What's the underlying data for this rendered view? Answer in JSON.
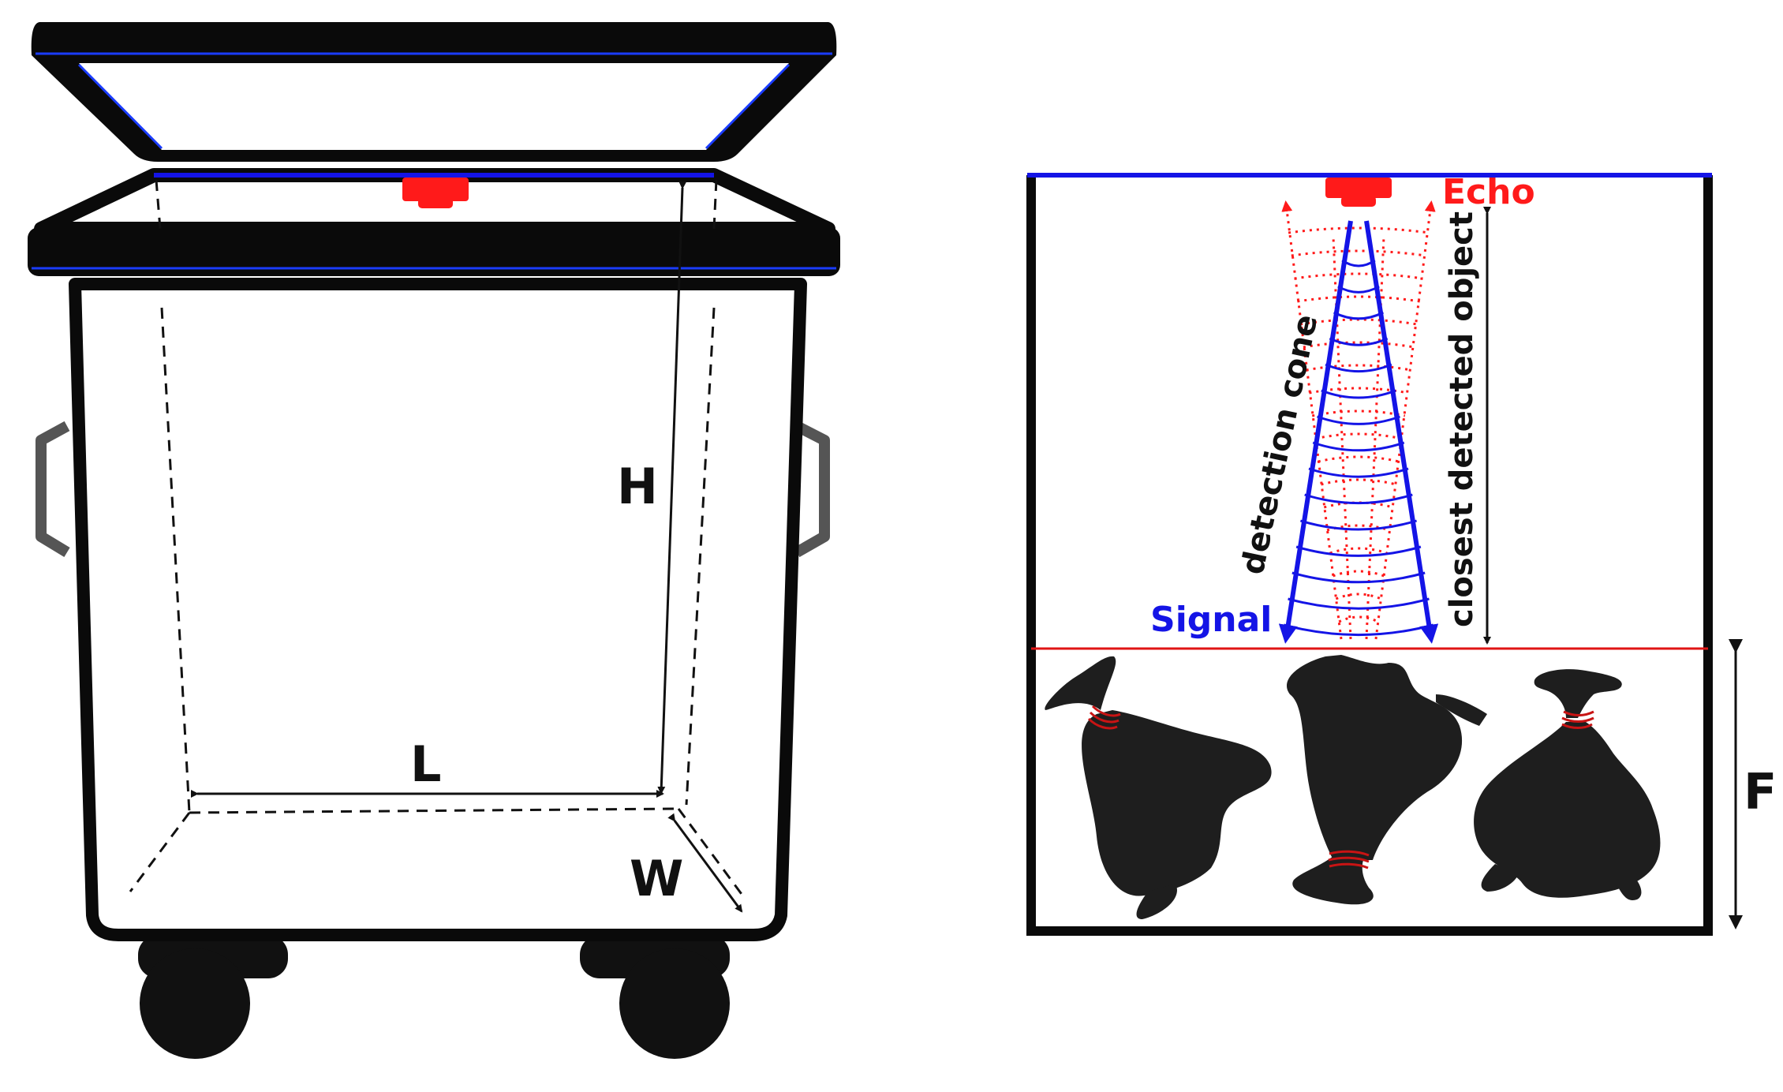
{
  "left_diagram": {
    "labels": {
      "height": "H",
      "length": "L",
      "width": "W"
    }
  },
  "right_diagram": {
    "labels": {
      "echo": "Echo",
      "signal": "Signal",
      "detection_cone": "detection cone",
      "closest_object": "closest detected object",
      "fill_level": "F"
    }
  },
  "colors": {
    "outline": "#0a0a0a",
    "sensor": "#ff1a1a",
    "signal": "#1414e6",
    "echo": "#ff1a1a",
    "lid_edge": "#1a3cff",
    "bag": "#1e1e1e",
    "bag_tie": "#c81414"
  }
}
